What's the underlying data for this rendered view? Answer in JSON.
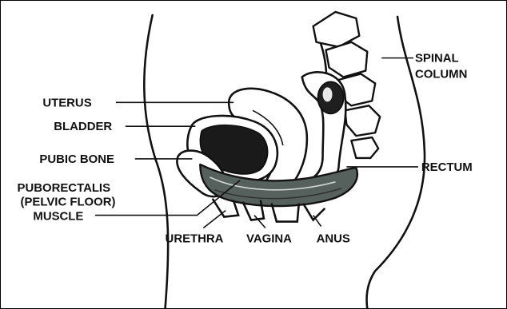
{
  "labels": {
    "spinal_column_line1": "SPINAL",
    "spinal_column_line2": "COLUMN",
    "uterus": "UTERUS",
    "bladder": "BLADDER",
    "pubic_bone": "PUBIC BONE",
    "puborectalis_line1": "PUBORECTALIS",
    "puborectalis_line2": "(PELVIC FLOOR)",
    "puborectalis_line3": "MUSCLE",
    "rectum": "RECTUM",
    "urethra": "URETHRA",
    "vagina": "VAGINA",
    "anus": "ANUS"
  }
}
